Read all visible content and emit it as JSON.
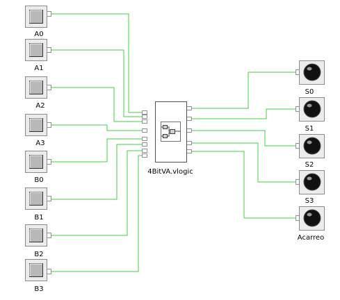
{
  "inputs": [
    {
      "label": "A0"
    },
    {
      "label": "A1"
    },
    {
      "label": "A2"
    },
    {
      "label": "A3"
    },
    {
      "label": "B0"
    },
    {
      "label": "B1"
    },
    {
      "label": "B2"
    },
    {
      "label": "B3"
    }
  ],
  "outputs": [
    {
      "label": "S0"
    },
    {
      "label": "S1"
    },
    {
      "label": "S2"
    },
    {
      "label": "S3"
    },
    {
      "label": "Acarreo"
    }
  ],
  "module": {
    "label": "4BitVA.vlogic"
  },
  "colors": {
    "wire": "#40d040",
    "button_face": "#b8b8b8",
    "led_off": "#111111"
  }
}
